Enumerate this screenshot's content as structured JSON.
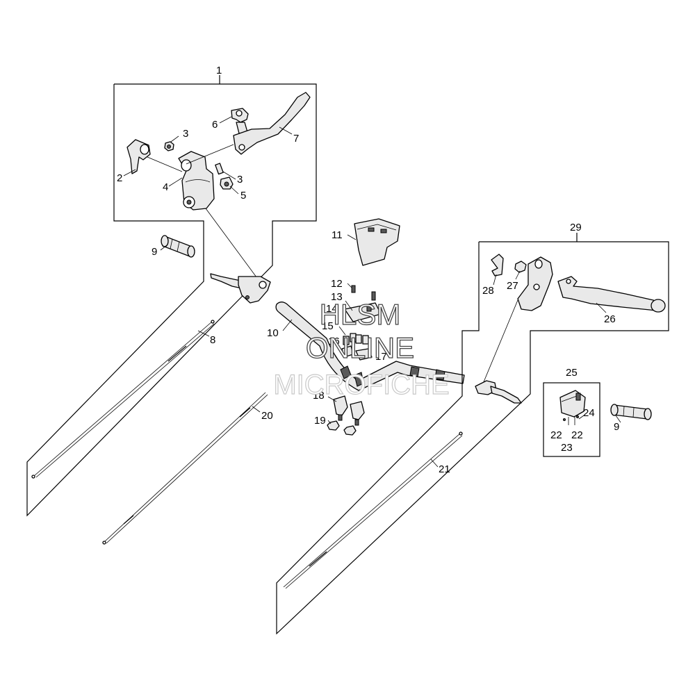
{
  "callouts": {
    "c1": "1",
    "c2": "2",
    "c3a": "3",
    "c3b": "3",
    "c4": "4",
    "c5": "5",
    "c6": "6",
    "c7": "7",
    "c8": "8",
    "c9a": "9",
    "c9b": "9",
    "c10": "10",
    "c11": "11",
    "c12": "12",
    "c13": "13",
    "c14": "14",
    "c15": "15",
    "c16": "16",
    "c17": "17",
    "c18": "18",
    "c19": "19",
    "c20": "20",
    "c21": "21",
    "c22a": "22",
    "c22b": "22",
    "c23": "23",
    "c24": "24",
    "c25": "25",
    "c26": "26",
    "c27": "27",
    "c28": "28",
    "c29": "29"
  },
  "watermark": {
    "line1": "HLSM",
    "line2": "ONLINE",
    "line3": "MICROFICHE"
  }
}
